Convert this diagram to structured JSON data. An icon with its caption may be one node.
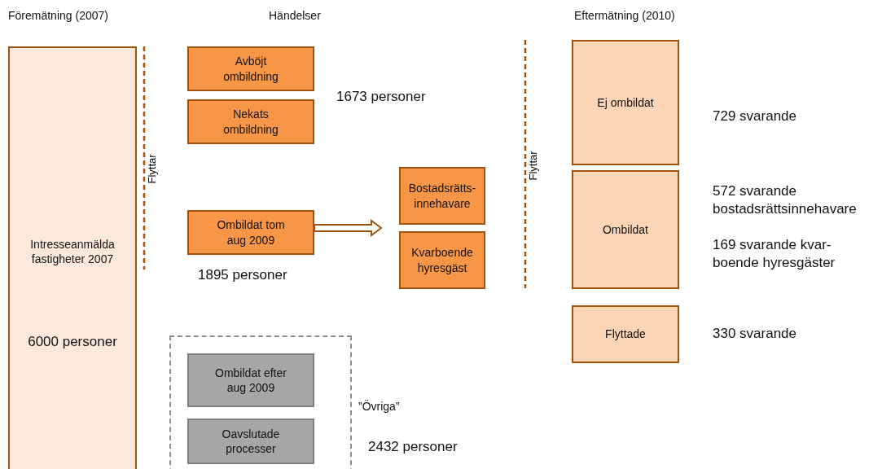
{
  "diagram": {
    "nodes": [
      {
        "text": [
          "Intresseanmälda fastigheter 2007",
          "6000 personer"
        ]
      },
      {
        "text": [
          "Avböjt ombildning"
        ]
      },
      {
        "text": [
          "Nekats ombildning"
        ]
      },
      {
        "text": [
          "Ombildat tom aug 2009"
        ],
        "beside": [
          "1895 personer"
        ]
      },
      {
        "text": [
          "Bostadsrätts- innehavare"
        ]
      },
      {
        "text": [
          "Kvarboende hyresgäst"
        ]
      },
      {
        "text": [],
        "shape": "box",
        "beside": [
          "”Övriga”",
          "2432 personer"
        ]
      },
      {
        "text": [
          "Ombildat efter aug 2009"
        ],
        "in": 6
      },
      {
        "text": [
          "Oavslutade processer"
        ],
        "in": 6
      },
      {
        "text": [
          "Ej ombildat"
        ],
        "beside": [
          "729 svarande"
        ]
      },
      {
        "text": [
          "Ombildat"
        ],
        "beside": [
          "572 svarande bostadsrättsinnehavare",
          "169 svarande kvar- boende hyresgäster"
        ]
      },
      {
        "text": [
          "Flyttade"
        ],
        "beside": [
          "330 svarande"
        ]
      }
    ],
    "edges": [
      {
        "from": 3,
        "to": 4,
        "arrow": "to"
      },
      {
        "from": 3,
        "to": 5,
        "arrow": "to"
      }
    ],
    "labels": [
      "Föremätning (2007)",
      "Händelser",
      "Eftermätning (2010)",
      "1673 personer",
      "Flyttar",
      "Flyttar"
    ]
  }
}
